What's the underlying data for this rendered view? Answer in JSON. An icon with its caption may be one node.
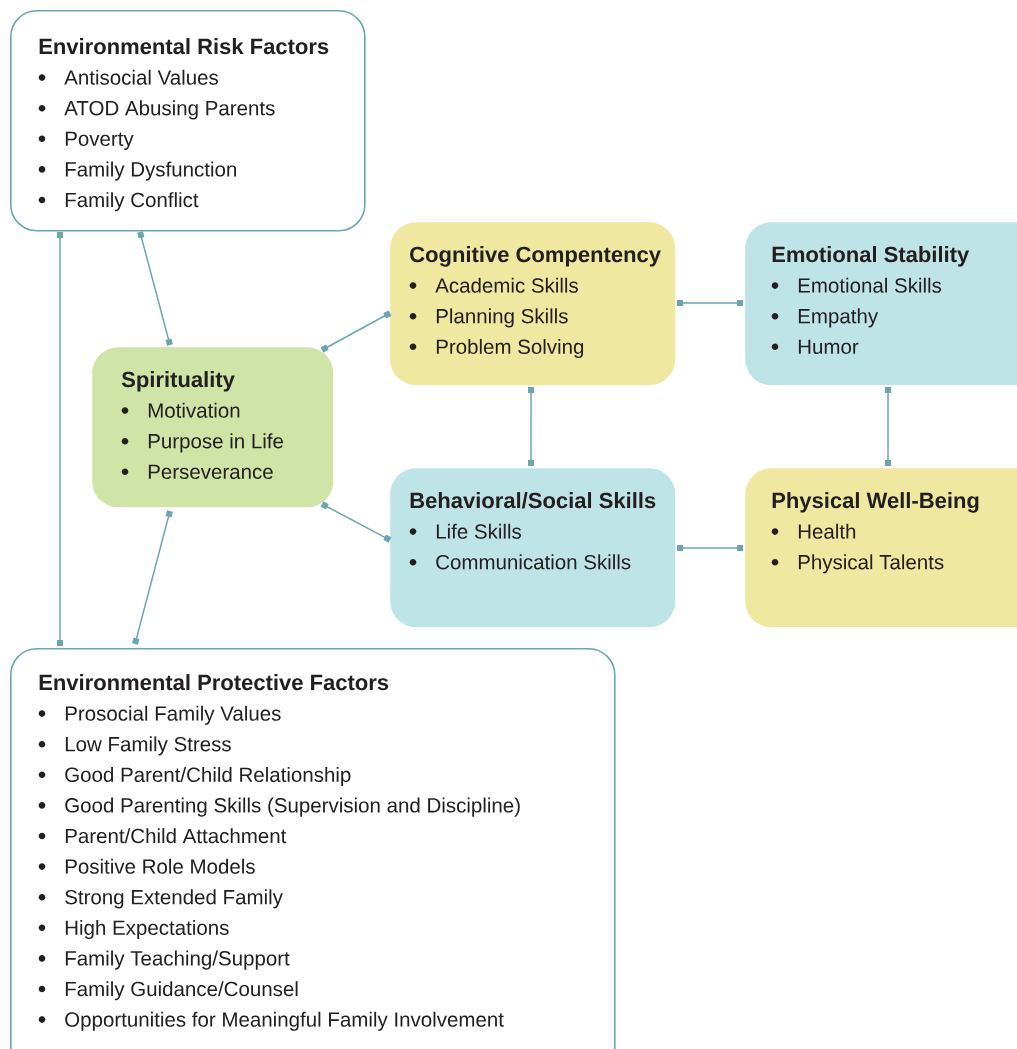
{
  "diagram": {
    "nodes": [
      {
        "text": [
          "Environmental Risk Factors",
          "Antisocial Values",
          "ATOD Abusing Parents",
          "Poverty",
          "Family Dysfunction",
          "Family Conflict"
        ]
      },
      {
        "text": [
          "Cognitive Compentency",
          "Academic Skills",
          "Planning Skills",
          "Problem Solving"
        ]
      },
      {
        "text": [
          "Emotional Stability",
          "Emotional Skills",
          "Empathy",
          "Humor"
        ]
      },
      {
        "text": [
          "Spirituality",
          "Motivation",
          "Purpose in Life",
          "Perseverance"
        ]
      },
      {
        "text": [
          "Behavioral/Social Skills",
          "Life Skills",
          "Communication Skills"
        ]
      },
      {
        "text": [
          "Physical Well-Being",
          "Health",
          "Physical Talents"
        ]
      },
      {
        "text": [
          "Environmental Protective Factors",
          "Prosocial Family Values",
          "Low Family Stress",
          "Good Parent/Child Relationship",
          "Good Parenting Skills (Supervision and Discipline)",
          "Parent/Child Attachment",
          "Positive Role Models",
          "Strong Extended Family",
          "High Expectations",
          "Family Teaching/Support",
          "Family Guidance/Counsel",
          "Opportunities for Meaningful Family Involvement"
        ]
      }
    ],
    "edges": [
      {
        "from": 0,
        "to": 3,
        "arrow": "other"
      },
      {
        "from": 3,
        "to": 1,
        "arrow": "other"
      },
      {
        "from": 1,
        "to": 2,
        "arrow": "other"
      },
      {
        "from": 1,
        "to": 4,
        "arrow": "other"
      },
      {
        "from": 2,
        "to": 5,
        "arrow": "other"
      },
      {
        "from": 3,
        "to": 4,
        "arrow": "other"
      },
      {
        "from": 4,
        "to": 5,
        "arrow": "other"
      },
      {
        "from": 3,
        "to": 6,
        "arrow": "other"
      },
      {
        "from": 0,
        "to": 6,
        "arrow": "other"
      }
    ]
  }
}
